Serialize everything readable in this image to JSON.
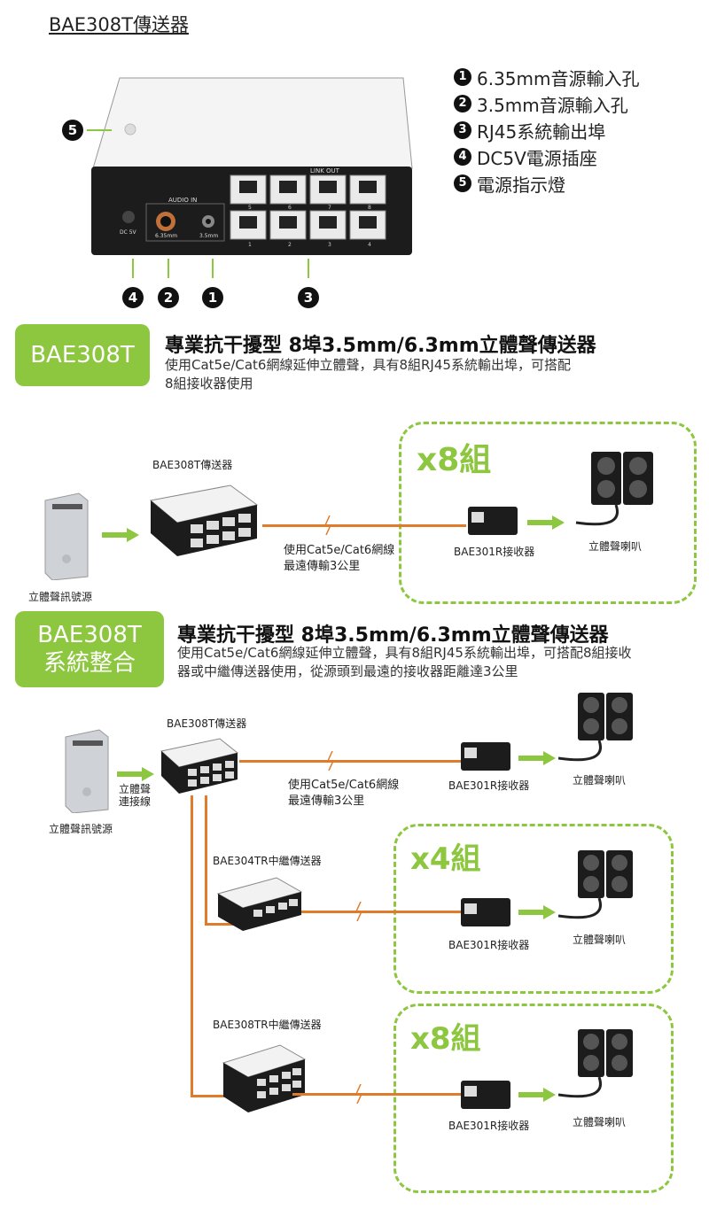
{
  "top": {
    "title": "BAE308T傳送器",
    "device_labels": {
      "link_out": "LINK OUT",
      "audio_in": "AUDIO IN",
      "dc5v": "DC 5V",
      "jack_635": "6.35mm",
      "jack_35": "3.5mm",
      "ports_top": [
        "5",
        "6",
        "7",
        "8"
      ],
      "ports_bottom": [
        "1",
        "2",
        "3",
        "4"
      ]
    },
    "legend": [
      {
        "num": "1",
        "text": "6.35mm音源輸入孔"
      },
      {
        "num": "2",
        "text": "3.5mm音源輸入孔"
      },
      {
        "num": "3",
        "text": "RJ45系統輸出埠"
      },
      {
        "num": "4",
        "text": "DC5V電源插座"
      },
      {
        "num": "5",
        "text": "電源指示燈"
      }
    ],
    "callouts": [
      "5",
      "4",
      "2",
      "1",
      "3"
    ]
  },
  "section1": {
    "badge": "BAE308T",
    "heading": "專業抗干擾型 8埠3.5mm/6.3mm立體聲傳送器",
    "desc_line1": "使用Cat5e/Cat6網線延伸立體聲，具有8組RJ45系統輸出埠，可搭配",
    "desc_line2": "8組接收器使用",
    "diagram": {
      "transmitter_label": "BAE308T傳送器",
      "source_label": "立體聲訊號源",
      "cable_label_1": "使用Cat5e/Cat6網線",
      "cable_label_2": "最遠傳輸3公里",
      "receiver_label": "BAE301R接收器",
      "speaker_label": "立體聲喇叭",
      "multiplier": "x8組"
    }
  },
  "section2": {
    "badge_line1": "BAE308T",
    "badge_line2": "系統整合",
    "heading": "專業抗干擾型 8埠3.5mm/6.3mm立體聲傳送器",
    "desc_line1": "使用Cat5e/Cat6網線延伸立體聲，具有8組RJ45系統輸出埠，可搭配8組接收",
    "desc_line2": "器或中繼傳送器使用，從源頭到最遠的接收器距離達3公里",
    "diagram": {
      "transmitter_label": "BAE308T傳送器",
      "source_label": "立體聲訊號源",
      "cable_conn_1": "立體聲",
      "cable_conn_2": "連接線",
      "cable_label_1": "使用Cat5e/Cat6網線",
      "cable_label_2": "最遠傳輸3公里",
      "receiver_label": "BAE301R接收器",
      "speaker_label": "立體聲喇叭",
      "relay1_label": "BAE304TR中繼傳送器",
      "relay1_multiplier": "x4組",
      "relay2_label": "BAE308TR中繼傳送器",
      "relay2_multiplier": "x8組"
    }
  },
  "colors": {
    "accent_green": "#8dc63f",
    "cable_orange": "#e07b2a",
    "device_black": "#1c1c1c"
  }
}
